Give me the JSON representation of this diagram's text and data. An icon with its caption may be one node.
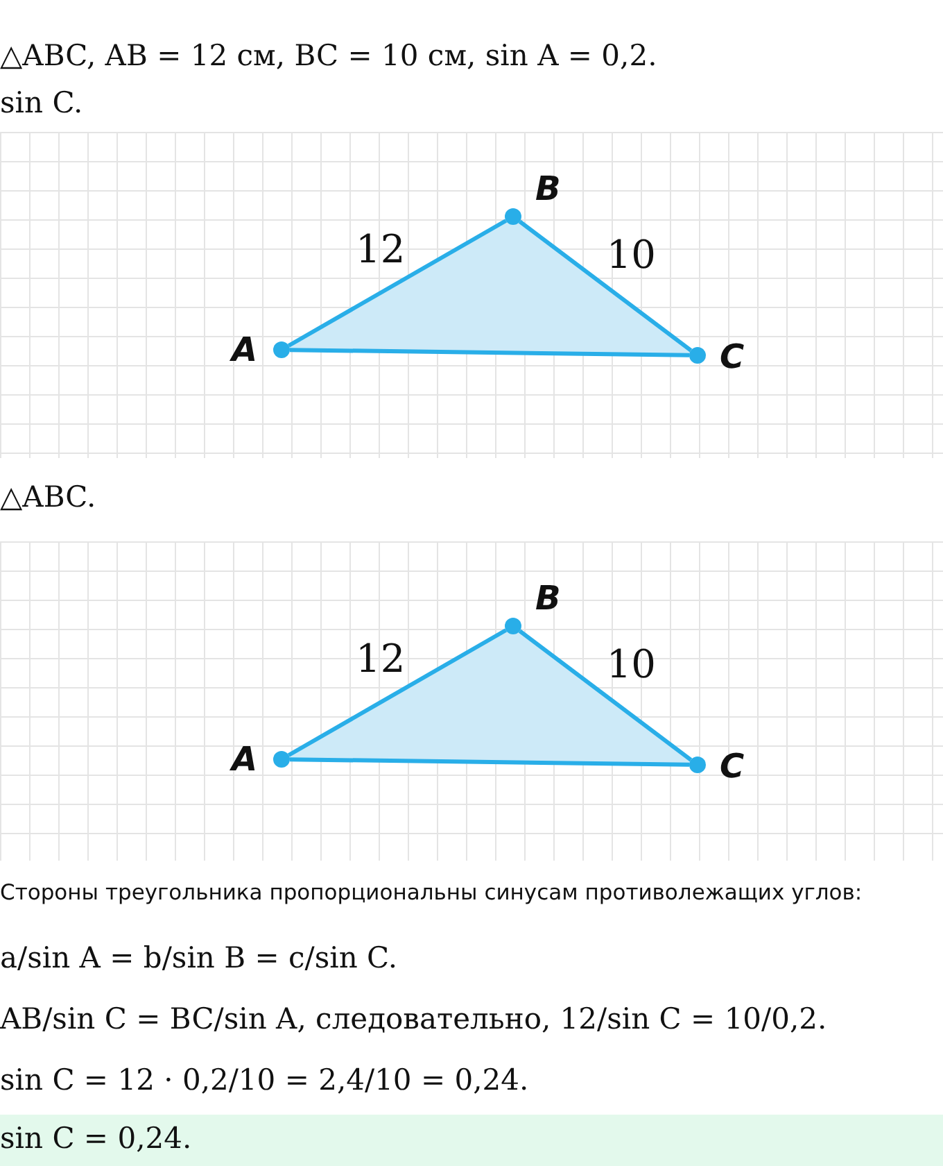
{
  "diagram": {
    "nodes": [
      {
        "text": [
          "A"
        ]
      },
      {
        "text": [
          "B"
        ]
      },
      {
        "text": [
          "C"
        ]
      },
      {
        "text": [
          "A"
        ]
      },
      {
        "text": [
          "B"
        ]
      },
      {
        "text": [
          "C"
        ]
      }
    ],
    "edges": [
      {
        "from": 0,
        "to": 1,
        "arrow": "none",
        "label": "12"
      },
      {
        "from": 1,
        "to": 2,
        "arrow": "none",
        "label": "10"
      },
      {
        "from": 0,
        "to": 2,
        "arrow": "none"
      },
      {
        "from": 3,
        "to": 4,
        "arrow": "none",
        "label": "12"
      },
      {
        "from": 4,
        "to": 5,
        "arrow": "none",
        "label": "10"
      },
      {
        "from": 3,
        "to": 5,
        "arrow": "none"
      }
    ],
    "labels": [
      "△ABC, AB = 12 см, BC = 10 см, sin A = 0,2.",
      "sin C.",
      "△ABC.",
      "Стороны треугольника пропорциональны синусам противолежащих углов:",
      "a/sin A = b/sin B = c/sin C.",
      "AB/sin C = BC/sin A, следовательно, 12/sin C = 10/0,2.",
      "sin C = 12 · 0,2/10 = 2,4/10 = 0,24.",
      "sin C = 0,24."
    ]
  }
}
